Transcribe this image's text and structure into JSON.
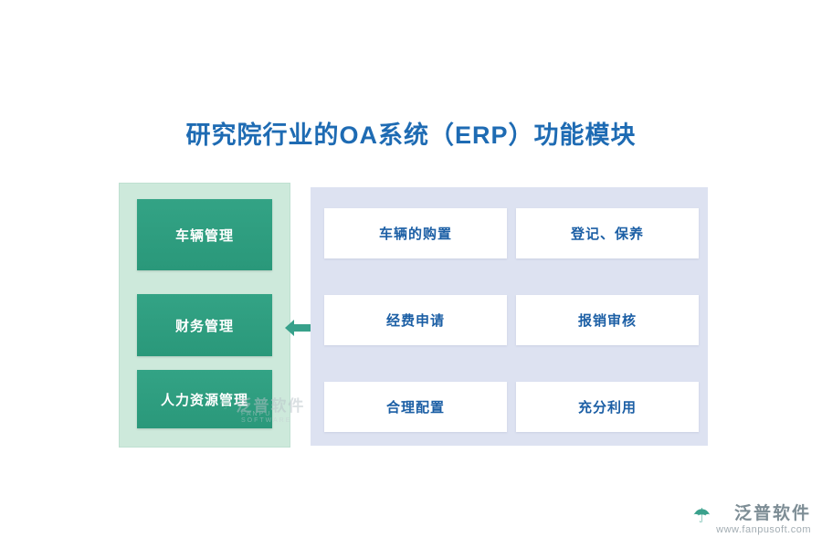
{
  "title": "研究院行业的OA系统（ERP）功能模块",
  "colors": {
    "title_blue": "#1e6bb3",
    "panel_green_bg": "#cde9db",
    "button_green": "#2a987a",
    "panel_lavender_bg": "#dde2f1",
    "card_text_blue": "#1c5fa5",
    "arrow_teal": "#38a18b"
  },
  "left_panel": {
    "items": [
      {
        "label": "车辆管理"
      },
      {
        "label": "财务管理"
      },
      {
        "label": "人力资源管理"
      }
    ]
  },
  "right_panel": {
    "cards": [
      {
        "label": "车辆的购置"
      },
      {
        "label": "登记、保养"
      },
      {
        "label": "经费申请"
      },
      {
        "label": "报销审核"
      },
      {
        "label": "合理配置"
      },
      {
        "label": "充分利用"
      }
    ]
  },
  "watermark": {
    "text": "泛普软件",
    "subtext": "FANPU SOFTWARE"
  },
  "footer": {
    "brand": "泛普软件",
    "url": "www.fanpusoft.com"
  }
}
